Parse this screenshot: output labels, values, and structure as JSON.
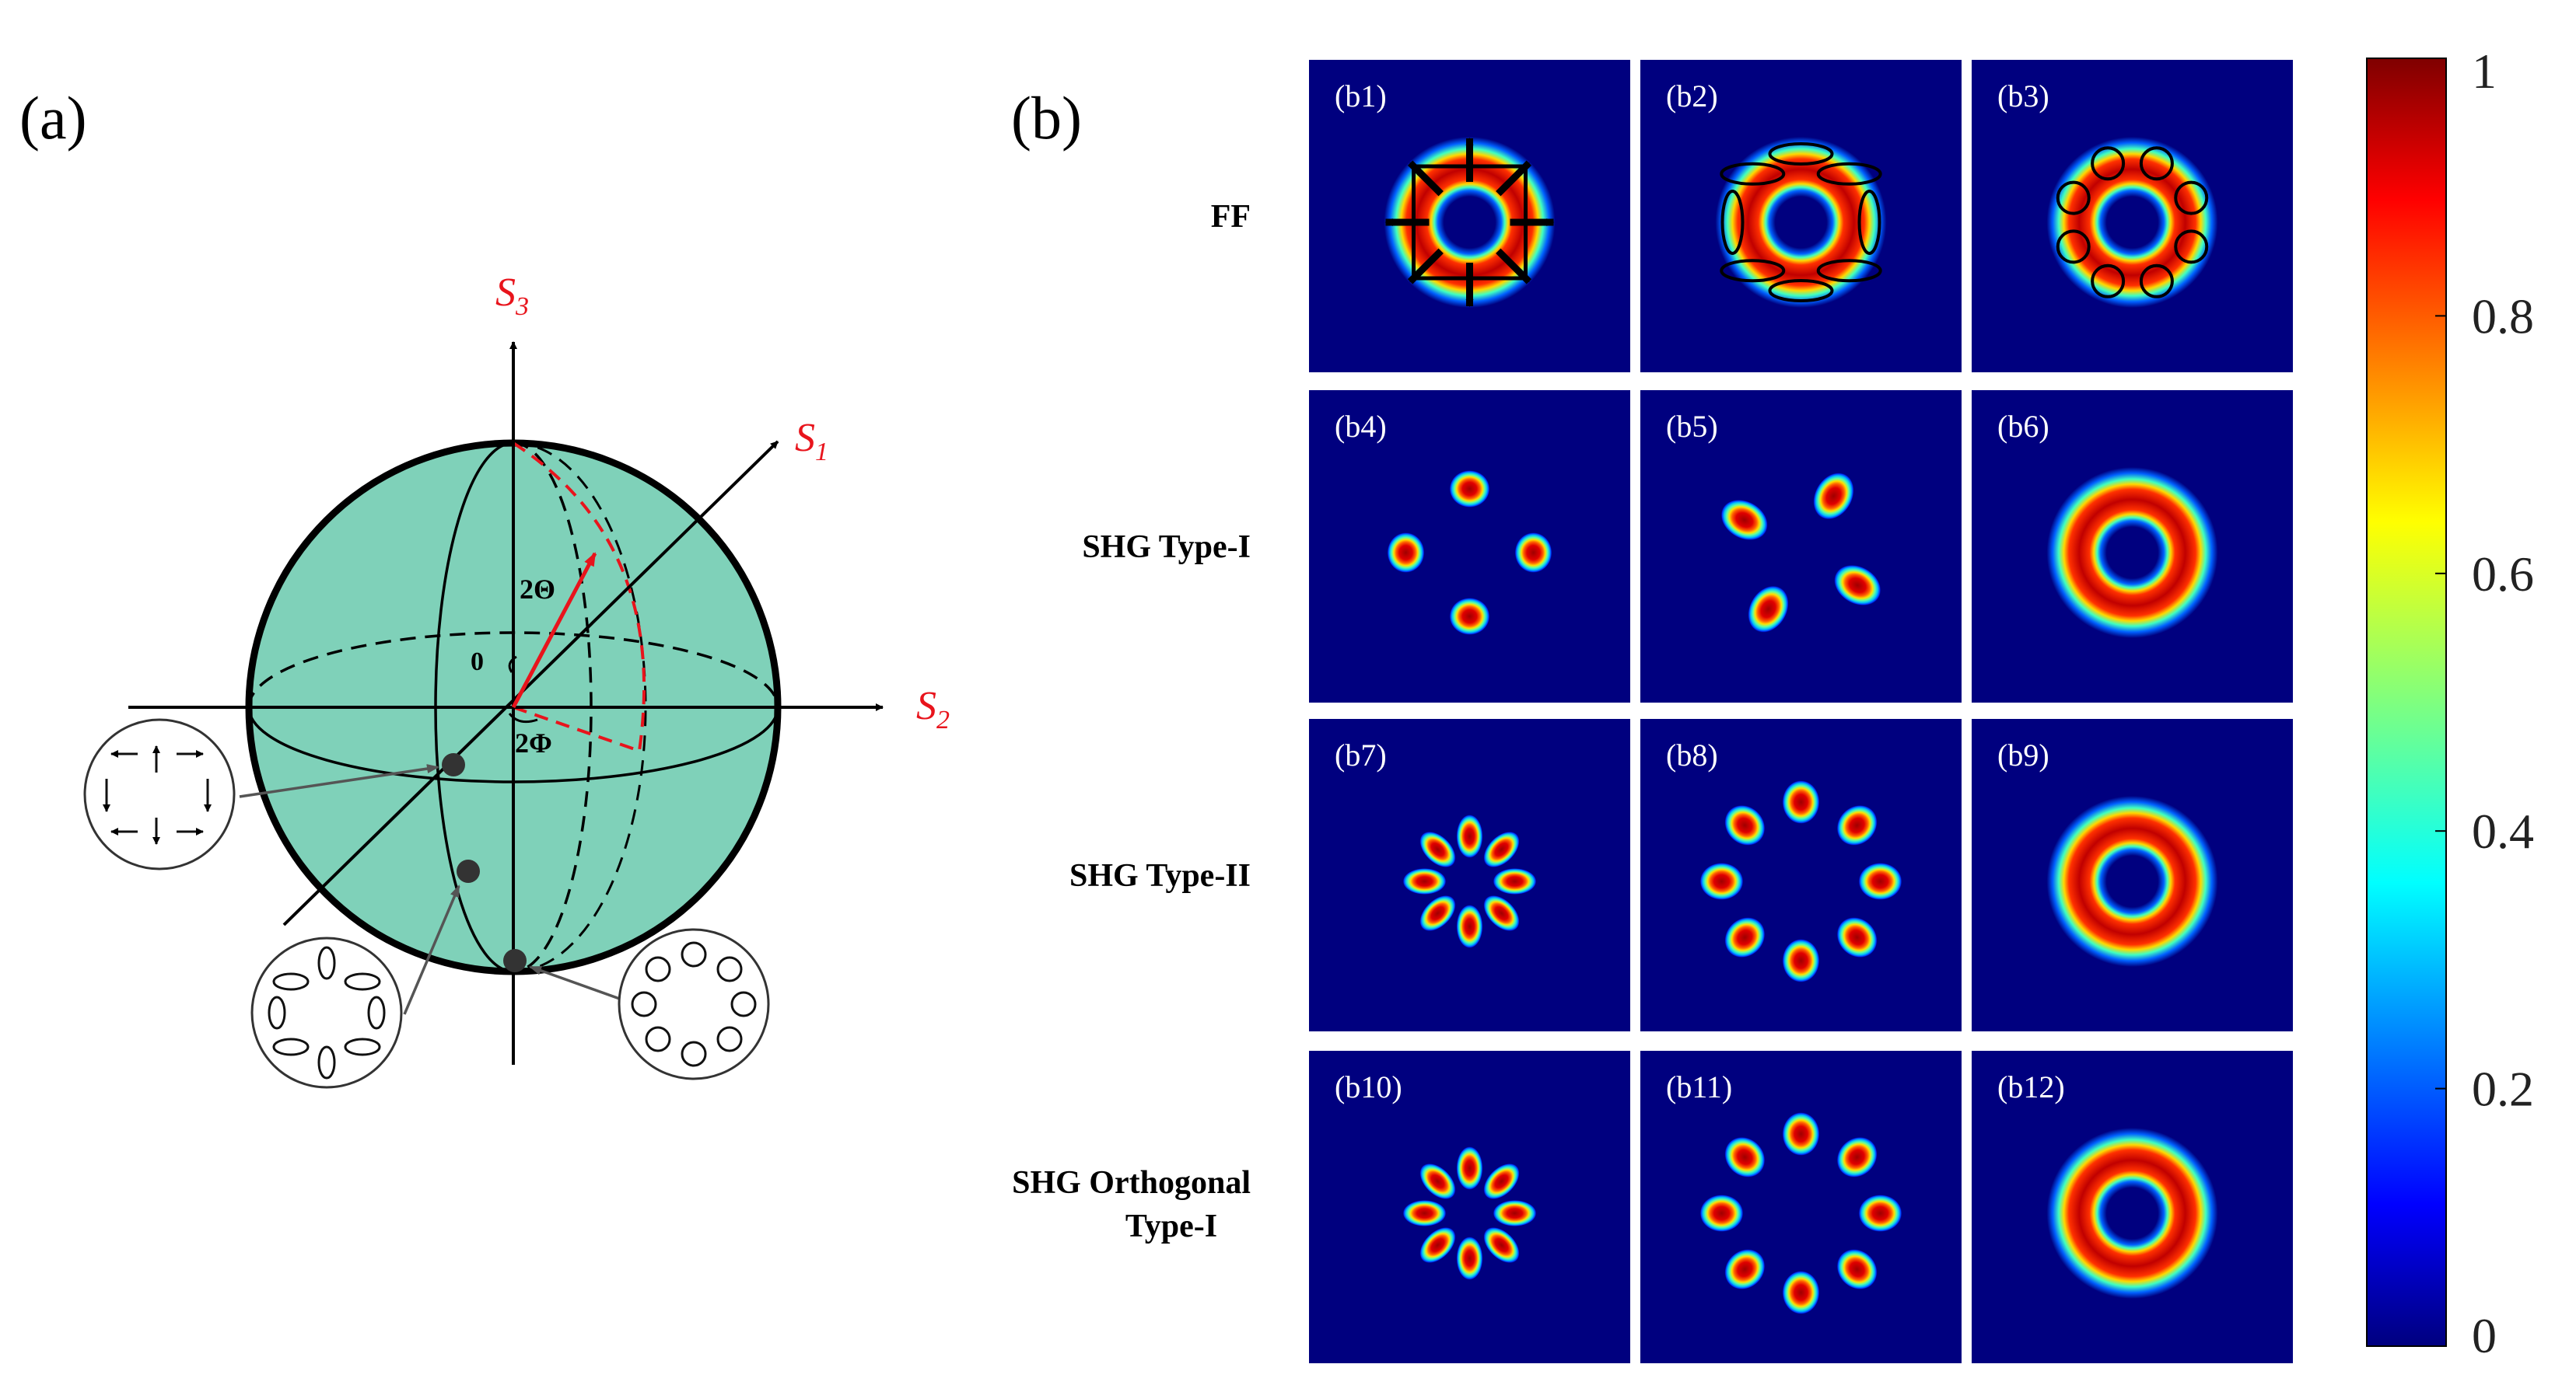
{
  "panel_a": {
    "label": "(a)",
    "axes": {
      "s3": "S",
      "s3_sub": "3",
      "s1": "S",
      "s1_sub": "1",
      "s2": "S",
      "s2_sub": "2"
    },
    "angles": {
      "theta": "2Θ",
      "phi": "2Φ",
      "zero": "0"
    },
    "sphere_color": "#7fd1b9",
    "accent_color": "#e8141c"
  },
  "panel_b": {
    "label": "(b)",
    "rows": [
      {
        "label": "FF",
        "cells": [
          {
            "tag": "(b1)",
            "pattern": "ring-arrows"
          },
          {
            "tag": "(b2)",
            "pattern": "ring-ellipses"
          },
          {
            "tag": "(b3)",
            "pattern": "ring-circles"
          }
        ]
      },
      {
        "label": "SHG Type-I",
        "cells": [
          {
            "tag": "(b4)",
            "pattern": "lobes-4"
          },
          {
            "tag": "(b5)",
            "pattern": "lobes-4-rotated"
          },
          {
            "tag": "(b6)",
            "pattern": "ring"
          }
        ]
      },
      {
        "label": "SHG Type-II",
        "cells": [
          {
            "tag": "(b7)",
            "pattern": "lobes-8-small"
          },
          {
            "tag": "(b8)",
            "pattern": "lobes-8-large"
          },
          {
            "tag": "(b9)",
            "pattern": "ring"
          }
        ]
      },
      {
        "label": "SHG  Orthogonal",
        "label2": "Type-I",
        "cells": [
          {
            "tag": "(b10)",
            "pattern": "lobes-8-small"
          },
          {
            "tag": "(b11)",
            "pattern": "lobes-8-large"
          },
          {
            "tag": "(b12)",
            "pattern": "ring"
          }
        ]
      }
    ]
  },
  "colorbar": {
    "ticks": [
      "1",
      "0.8",
      "0.6",
      "0.4",
      "0.2",
      "0"
    ],
    "tick_values": [
      1,
      0.8,
      0.6,
      0.4,
      0.2,
      0
    ],
    "range": [
      0,
      1
    ],
    "colormap": "jet"
  }
}
